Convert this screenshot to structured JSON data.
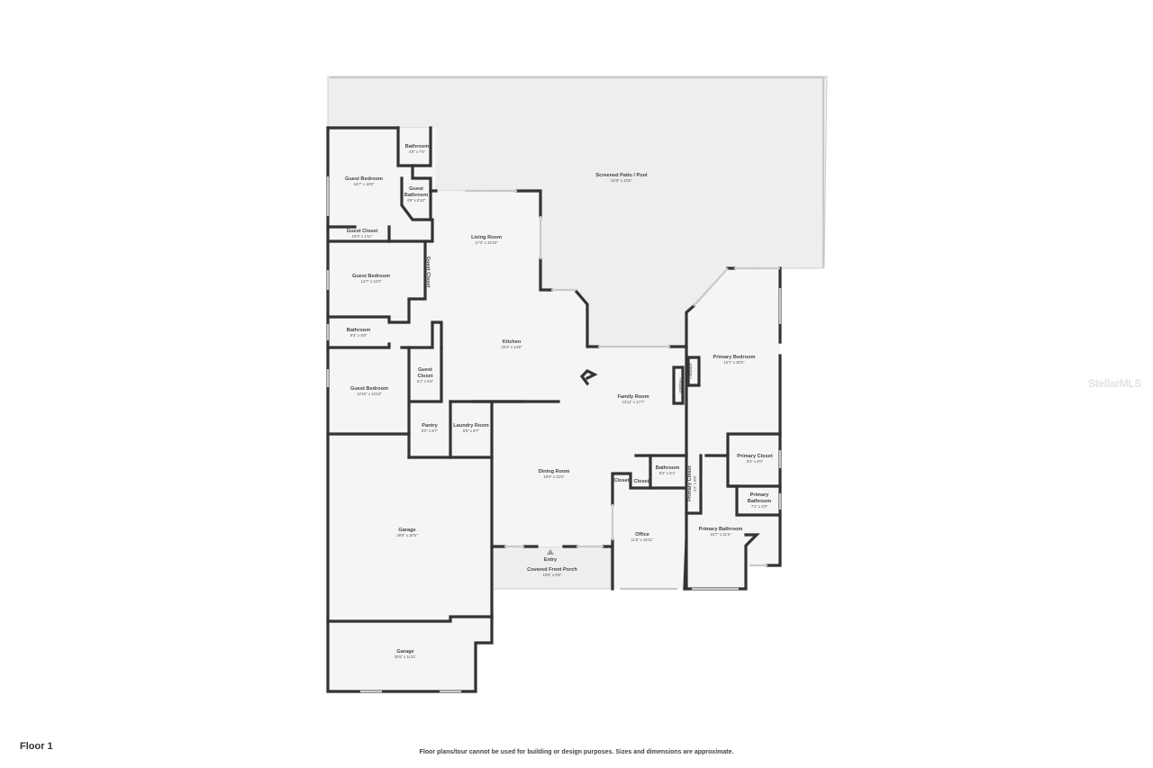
{
  "floor": {
    "label": "Floor 1"
  },
  "disclaimer": "Floor plans/tour cannot be used for building or design purposes. Sizes and dimensions are approximate.",
  "watermark": "StellarMLS",
  "colors": {
    "wall": "#333333",
    "floor": "#f5f5f5",
    "patio": "#ececec",
    "background": "#ffffff"
  },
  "rooms": {
    "patio": {
      "name": "Screened Patio / Pool",
      "dims": "61'0\" x 43'6\""
    },
    "bath1": {
      "name": "Bathroom",
      "dims": "4'8\" x 7'5\""
    },
    "guest_bed1": {
      "name": "Guest Bedroom",
      "dims": "16'7\" x 18'0\""
    },
    "guest_bath": {
      "name": "Guest Bathroom",
      "dims": "4'8\" x 8'10\""
    },
    "guest_closet1": {
      "name": "Guest Closet",
      "dims": "10'3\" x 1'11\""
    },
    "living": {
      "name": "Living Room",
      "dims": "17'3\" x 15'10\""
    },
    "guest_bed2": {
      "name": "Guest Bedroom",
      "dims": "14'7\" x 12'2\""
    },
    "guest_closet2": {
      "name": "Guest Closet",
      "dims": ""
    },
    "bath2": {
      "name": "Bathroom",
      "dims": "9'4\" x 4'8\""
    },
    "kitchen": {
      "name": "Kitchen",
      "dims": "20'2\" x 14'6\""
    },
    "guest_bed3": {
      "name": "Guest Bedroom",
      "dims": "12'10\" x 13'10\""
    },
    "guest_closet3": {
      "name": "Guest Closet",
      "dims": "5'1\" x 8'4\""
    },
    "pantry": {
      "name": "Pantry",
      "dims": "6'0\" x 8'7\""
    },
    "laundry": {
      "name": "Laundry Room",
      "dims": "6'5\" x 8'7\""
    },
    "family": {
      "name": "Family Room",
      "dims": "13'11\" x 17'7\""
    },
    "primary_bed": {
      "name": "Primary Bedroom",
      "dims": "15'7\" x 30'2\""
    },
    "fireplace1": {
      "name": "Fireplace"
    },
    "fireplace2": {
      "name": "Fireplace"
    },
    "primary_closet": {
      "name": "Primary Closet",
      "dims": "8'3\" x 8'0\""
    },
    "primary_closet2": {
      "name": "Primary Closet",
      "dims": "2'2\" x 8'8\""
    },
    "primary_bath_small": {
      "name": "Primary Bathroom",
      "dims": "7'1\" x 4'9\""
    },
    "dining": {
      "name": "Dining Room",
      "dims": "19'0\" x 22'0\""
    },
    "bath3": {
      "name": "Bathroom",
      "dims": "5'2\" x 5'1\""
    },
    "closet_a": {
      "name": "Closet"
    },
    "closet_b": {
      "name": "Closet"
    },
    "office": {
      "name": "Office",
      "dims": "11'6\" x 15'11\""
    },
    "primary_bath": {
      "name": "Primary Bathroom",
      "dims": "15'7\" x 21'5\""
    },
    "garage1": {
      "name": "Garage",
      "dims": "26'5\" x 30'5\""
    },
    "garage2": {
      "name": "Garage",
      "dims": "20'5\" x 11'11\""
    },
    "entry": {
      "name": "Entry"
    },
    "porch": {
      "name": "Covered Front Porch",
      "dims": "19'5\" x 6'6\""
    }
  }
}
